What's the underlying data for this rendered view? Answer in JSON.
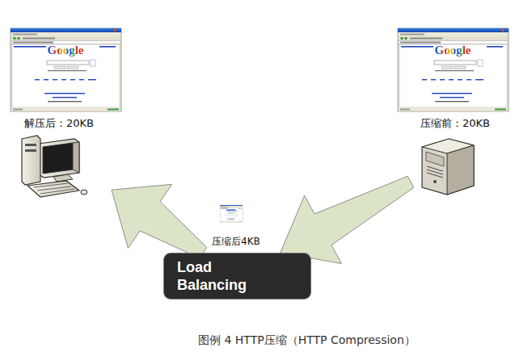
{
  "diagram": {
    "caption": "图例 4 HTTP压缩（HTTP Compression）",
    "nodes": [
      {
        "text": [
          "解压后：20KB"
        ]
      },
      {
        "text": [
          "压缩前：20KB"
        ]
      },
      {
        "text": [
          "Load Balancing"
        ]
      }
    ],
    "edges": [
      {
        "from": 1,
        "to": 2,
        "arrow": "to"
      },
      {
        "from": 2,
        "to": 0,
        "arrow": "to"
      }
    ],
    "labels": [
      "Google",
      "Google",
      "压缩后4KB"
    ]
  }
}
